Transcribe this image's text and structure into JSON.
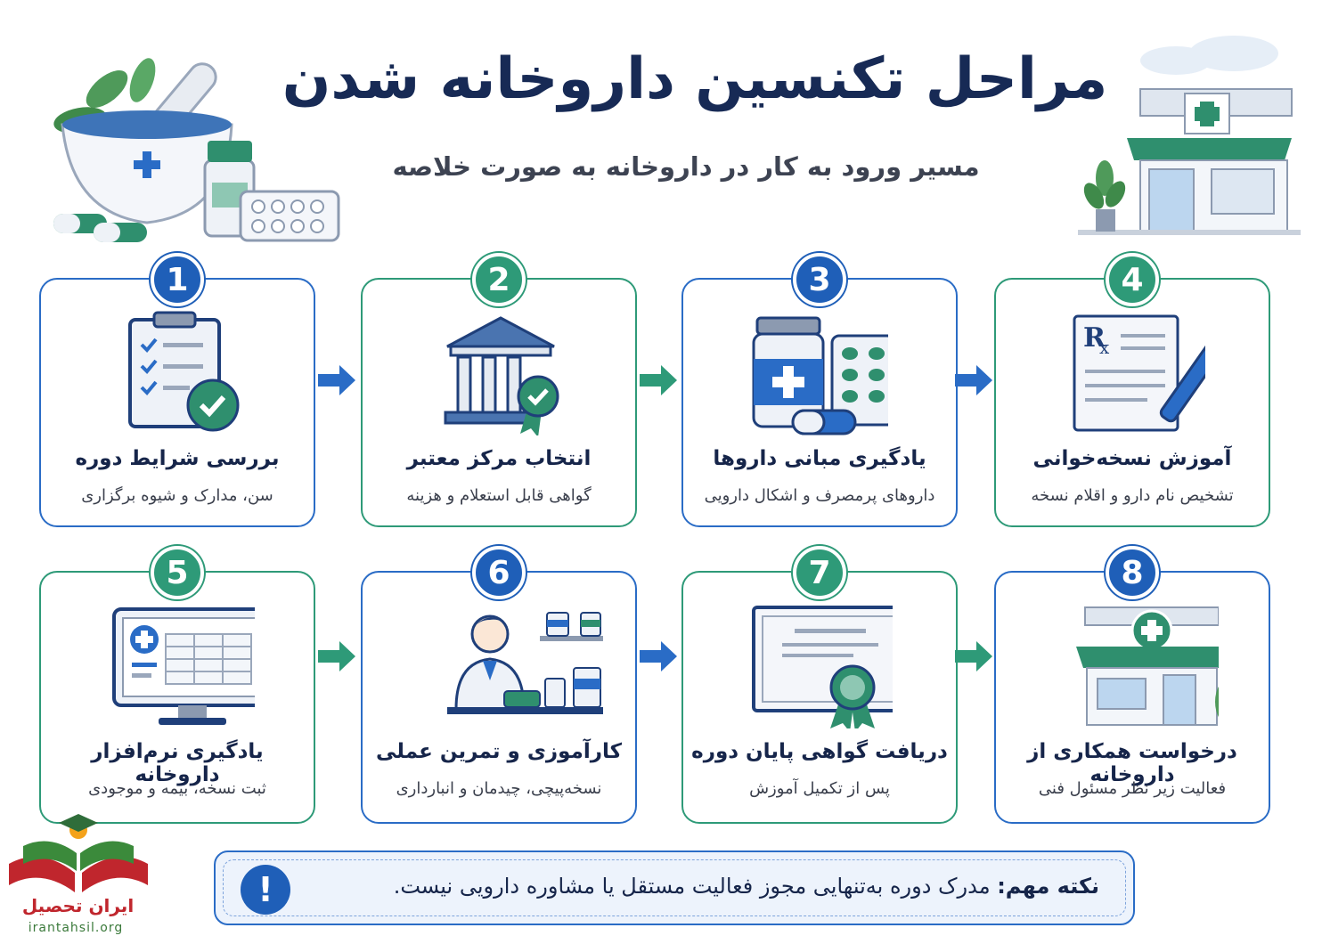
{
  "header": {
    "title": "مراحل تکنسین داروخانه شدن",
    "subtitle": "مسیر ورود به کار در داروخانه به صورت خلاصه"
  },
  "steps": [
    {
      "number": "1",
      "title": "بررسی شرایط دوره",
      "desc": "سن، مدارک و شیوه برگزاری",
      "icon": "clipboard-check-icon"
    },
    {
      "number": "2",
      "title": "انتخاب مرکز معتبر",
      "desc": "گواهی قابل استعلام و هزینه",
      "icon": "institution-badge-icon"
    },
    {
      "number": "3",
      "title": "یادگیری مبانی داروها",
      "desc": "داروهای پرمصرف و اشکال دارویی",
      "icon": "medicine-bottle-icon"
    },
    {
      "number": "4",
      "title": "آموزش نسخه‌خوانی",
      "desc": "تشخیص نام دارو و اقلام نسخه",
      "icon": "prescription-pen-icon"
    },
    {
      "number": "5",
      "title": "یادگیری نرم‌افزار داروخانه",
      "desc": "ثبت نسخه، بیمه و موجودی",
      "icon": "computer-software-icon"
    },
    {
      "number": "6",
      "title": "کارآموزی و تمرین عملی",
      "desc": "نسخه‌پیچی، چیدمان و انبارداری",
      "icon": "pharmacist-icon"
    },
    {
      "number": "7",
      "title": "دریافت گواهی پایان دوره",
      "desc": "پس از تکمیل آموزش",
      "icon": "certificate-icon"
    },
    {
      "number": "8",
      "title": "درخواست همکاری از داروخانه",
      "desc": "فعالیت زیر نظر مسئول فنی",
      "icon": "pharmacy-store-icon"
    }
  ],
  "note": {
    "label": "نکته مهم:",
    "text": "مدرک دوره به‌تنهایی مجوز فعالیت مستقل یا مشاوره دارویی نیست.",
    "icon": "exclamation-icon"
  },
  "logo": {
    "name": "ایران تحصیل",
    "url": "irantahsil.org"
  },
  "colors": {
    "blue": "#1f5fb8",
    "green": "#2e9a78",
    "navy": "#172a55"
  }
}
